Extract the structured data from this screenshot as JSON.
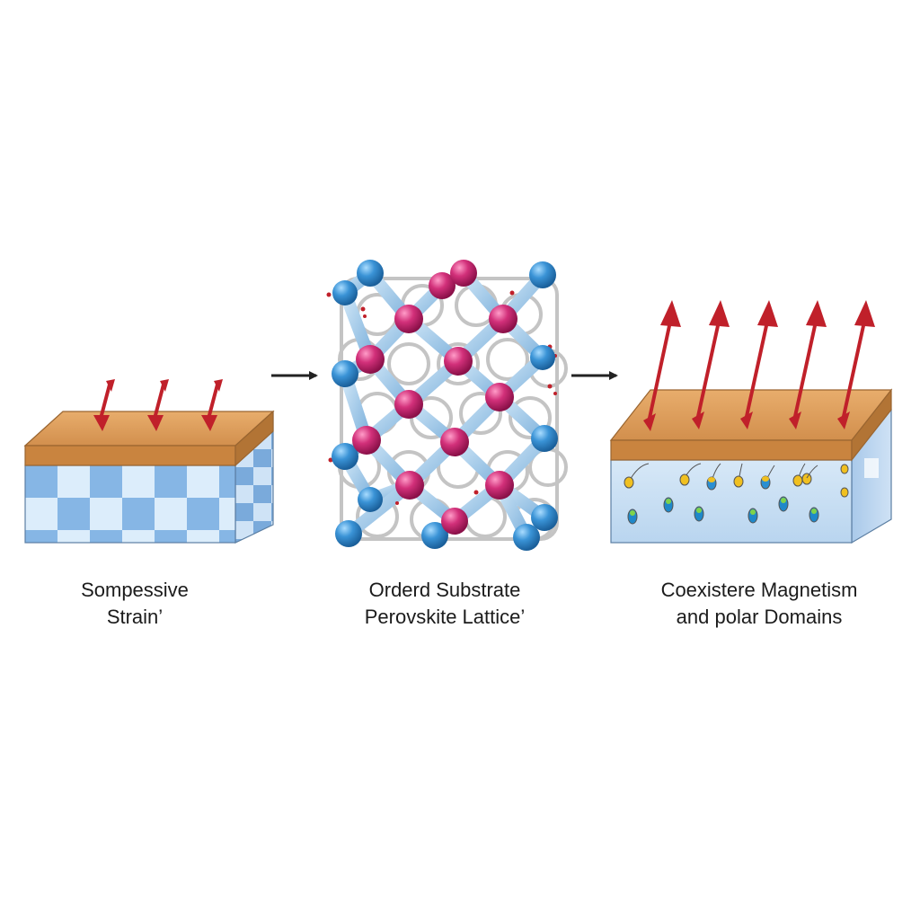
{
  "panels": [
    {
      "id": "strain",
      "caption_line1": "Sompessive",
      "caption_line2": "Strain’"
    },
    {
      "id": "lattice",
      "caption_line1": "Orderd Substrate",
      "caption_line2": "Perovskite  Lattice’"
    },
    {
      "id": "domains",
      "caption_line1": "Coexistere Magnetism",
      "caption_line2": "and polar Domains"
    }
  ],
  "colors": {
    "arrow_red": "#c0202a",
    "film_top": "#e0a262",
    "film_edge": "#b87a3c",
    "substrate_blue": "#8ab8e6",
    "substrate_light": "#dfeefa",
    "atom_blue": "#3a93d6",
    "atom_magenta": "#d2307a",
    "bond_gray": "#bdbdbd",
    "flow_arrow": "#222222"
  },
  "icons": {
    "flow_arrow": "right-arrow-icon",
    "strain_arrow": "down-arrow-icon",
    "moment_arrow": "up-arrow-icon"
  }
}
